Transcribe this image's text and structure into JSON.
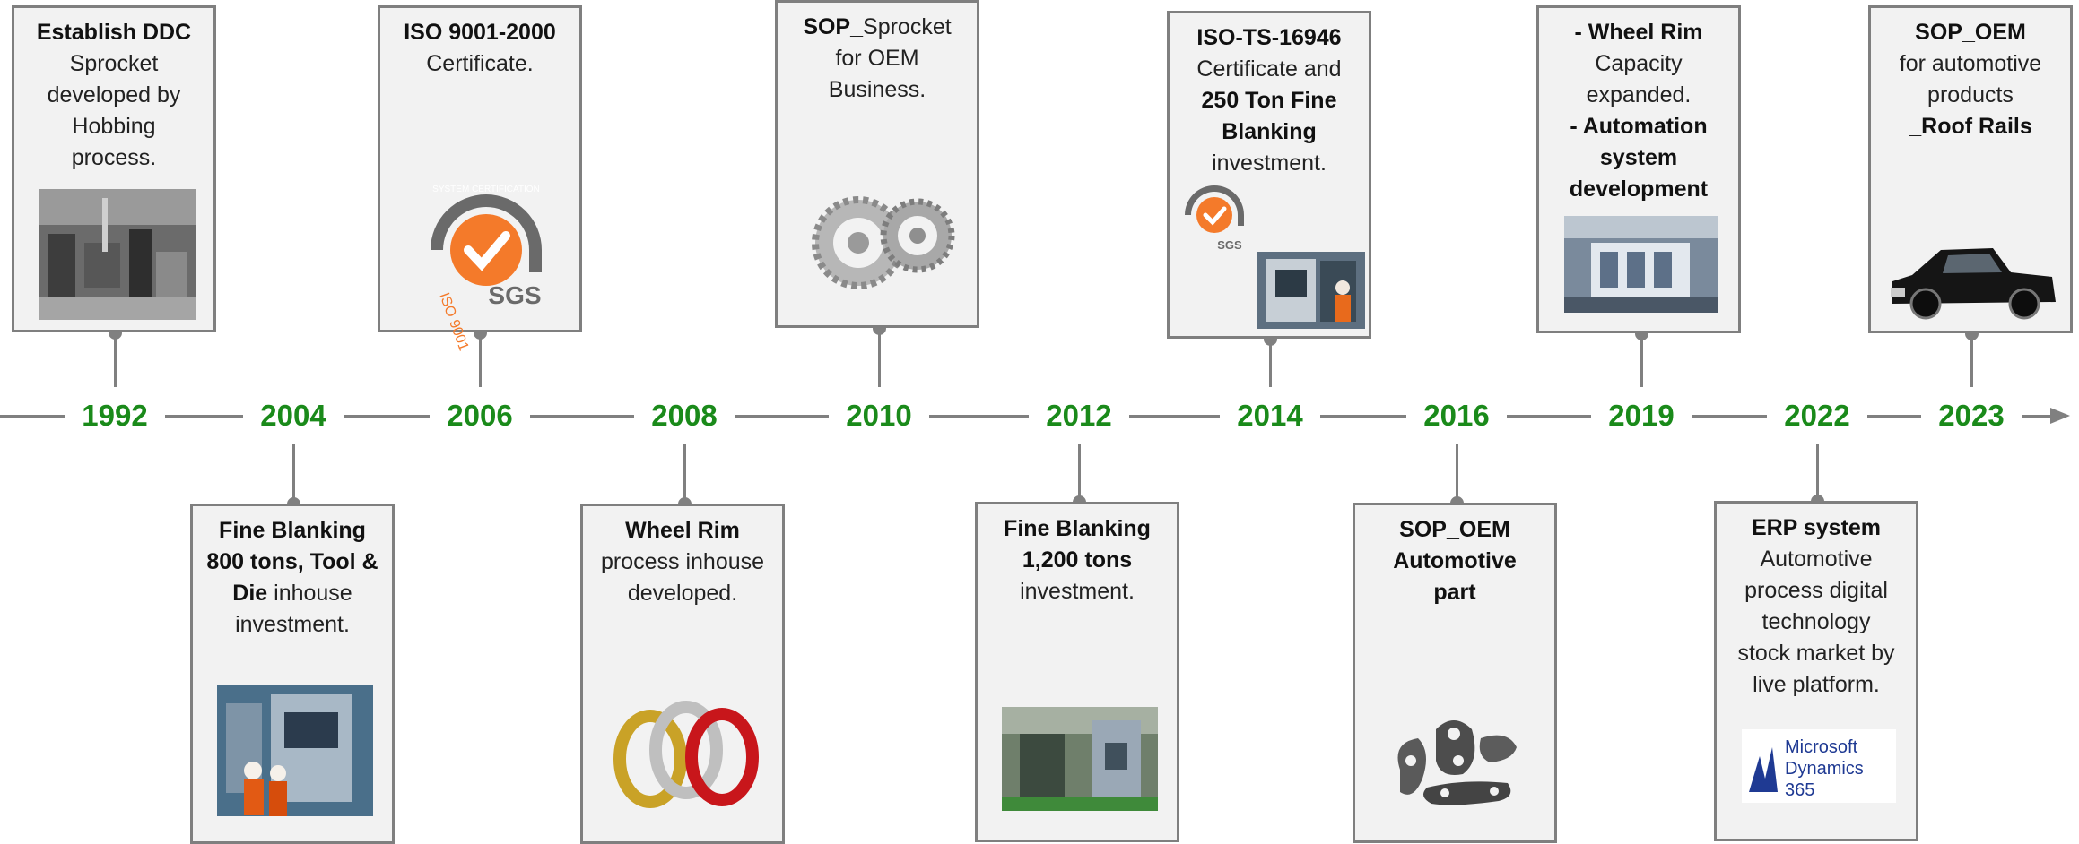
{
  "milestones": [
    {
      "year": "1992",
      "lines": [
        [
          {
            "t": "Establish DDC",
            "b": true
          }
        ],
        [
          {
            "t": "Sprocket",
            "b": false
          }
        ],
        [
          {
            "t": "developed by",
            "b": false
          }
        ],
        [
          {
            "t": "Hobbing",
            "b": false
          }
        ],
        [
          {
            "t": "process.",
            "b": false
          }
        ]
      ]
    },
    {
      "year": "2004",
      "lines": [
        [
          {
            "t": "Fine Blanking",
            "b": true
          }
        ],
        [
          {
            "t": "800 tons, Tool &",
            "b": true
          }
        ],
        [
          {
            "t": "Die",
            "b": true
          },
          {
            "t": " inhouse",
            "b": false
          }
        ],
        [
          {
            "t": "investment.",
            "b": false
          }
        ]
      ]
    },
    {
      "year": "2006",
      "lines": [
        [
          {
            "t": "ISO 9001-2000",
            "b": true
          }
        ],
        [
          {
            "t": "Certificate.",
            "b": false
          }
        ]
      ]
    },
    {
      "year": "2008",
      "lines": [
        [
          {
            "t": "Wheel Rim",
            "b": true
          }
        ],
        [
          {
            "t": "process inhouse",
            "b": false
          }
        ],
        [
          {
            "t": "developed.",
            "b": false
          }
        ]
      ]
    },
    {
      "year": "2010",
      "lines": [
        [
          {
            "t": "SOP_",
            "b": true
          },
          {
            "t": "Sprocket",
            "b": false
          }
        ],
        [
          {
            "t": "for OEM",
            "b": false
          }
        ],
        [
          {
            "t": "Business.",
            "b": false
          }
        ]
      ]
    },
    {
      "year": "2012",
      "lines": [
        [
          {
            "t": "Fine Blanking",
            "b": true
          }
        ],
        [
          {
            "t": "1,200 tons",
            "b": true
          }
        ],
        [
          {
            "t": "investment.",
            "b": false
          }
        ]
      ]
    },
    {
      "year": "2014",
      "lines": [
        [
          {
            "t": "ISO-TS-16946",
            "b": true
          }
        ],
        [
          {
            "t": "Certificate and",
            "b": false
          }
        ],
        [
          {
            "t": "250 Ton Fine",
            "b": true
          }
        ],
        [
          {
            "t": "Blanking",
            "b": true
          }
        ],
        [
          {
            "t": "investment.",
            "b": false
          }
        ]
      ]
    },
    {
      "year": "2016",
      "lines": [
        [
          {
            "t": "SOP_OEM",
            "b": true
          }
        ],
        [
          {
            "t": "Automotive",
            "b": true
          }
        ],
        [
          {
            "t": "part",
            "b": true
          }
        ]
      ]
    },
    {
      "year": "2019",
      "lines": [
        [
          {
            "t": "- Wheel Rim",
            "b": true
          }
        ],
        [
          {
            "t": "Capacity",
            "b": false
          }
        ],
        [
          {
            "t": "expanded.",
            "b": false
          }
        ],
        [
          {
            "t": "- Automation",
            "b": true
          }
        ],
        [
          {
            "t": "system",
            "b": true
          }
        ],
        [
          {
            "t": "development",
            "b": true
          }
        ]
      ]
    },
    {
      "year": "2022",
      "lines": [
        [
          {
            "t": "ERP system",
            "b": true
          }
        ],
        [
          {
            "t": "Automotive",
            "b": false
          }
        ],
        [
          {
            "t": "process digital",
            "b": false
          }
        ],
        [
          {
            "t": "technology",
            "b": false
          }
        ],
        [
          {
            "t": "stock market by",
            "b": false
          }
        ],
        [
          {
            "t": "live platform.",
            "b": false
          }
        ]
      ]
    },
    {
      "year": "2023",
      "lines": [
        [
          {
            "t": "SOP_OEM",
            "b": true
          }
        ],
        [
          {
            "t": "for automotive",
            "b": false
          }
        ],
        [
          {
            "t": "products",
            "b": false
          }
        ],
        [
          {
            "t": "_Roof Rails",
            "b": true
          }
        ]
      ]
    }
  ],
  "badges": {
    "iso_cert_top": "SYSTEM CERTIFICATION",
    "iso_cert_side": "ISO 9001",
    "sgs": "SGS",
    "sgs_small": "SGS",
    "ms_line1": "Microsoft",
    "ms_line2": "Dynamics",
    "ms_line3": "365"
  },
  "colors": {
    "year": "#1a8a1a",
    "line": "#808080",
    "card_bg": "#f2f2f2",
    "sgs_orange": "#f47a2a",
    "ms_blue": "#1f3a93"
  }
}
